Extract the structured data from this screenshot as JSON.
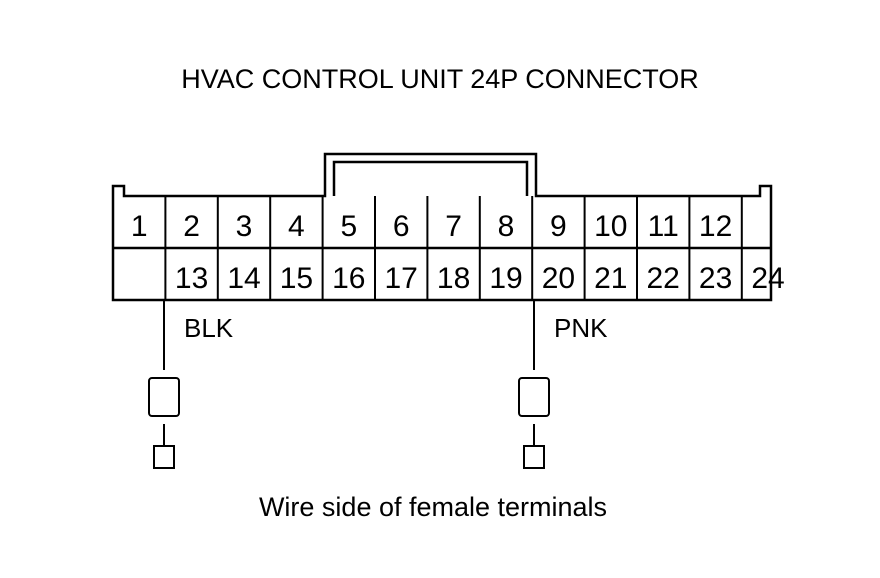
{
  "title": "HVAC CONTROL UNIT 24P CONNECTOR",
  "caption": "Wire side of female terminals",
  "pins_top": [
    "1",
    "2",
    "3",
    "4",
    "5",
    "6",
    "7",
    "8",
    "9",
    "10",
    "11",
    "12"
  ],
  "pins_bottom": [
    "13",
    "14",
    "15",
    "16",
    "17",
    "18",
    "19",
    "20",
    "21",
    "22",
    "23",
    "24"
  ],
  "wires": [
    {
      "pin": "13",
      "color": "BLK"
    },
    {
      "pin": "20",
      "color": "PNK"
    }
  ]
}
